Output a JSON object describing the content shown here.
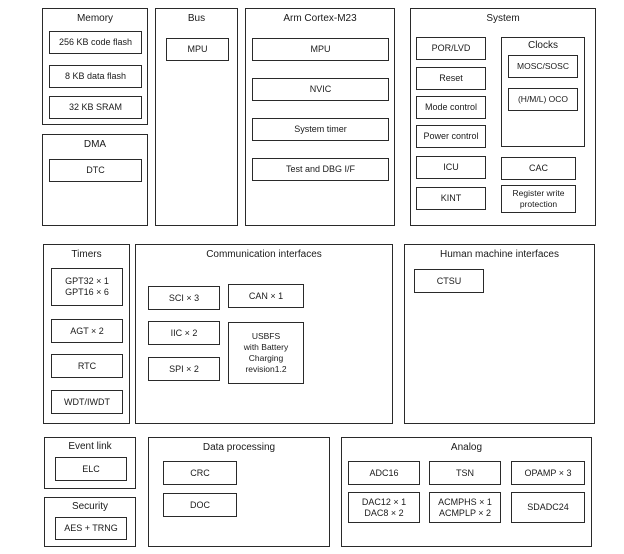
{
  "groups": {
    "memory": {
      "title": "Memory",
      "items": [
        "256 KB code flash",
        "8 KB data flash",
        "32 KB SRAM"
      ]
    },
    "dma": {
      "title": "DMA",
      "dtc": "DTC"
    },
    "bus": {
      "title": "Bus",
      "mpu": "MPU"
    },
    "cortex": {
      "title": "Arm Cortex-M23",
      "items": [
        "MPU",
        "NVIC",
        "System timer",
        "Test and DBG I/F"
      ]
    },
    "system": {
      "title": "System",
      "left_items": [
        "POR/LVD",
        "Reset",
        "Mode control",
        "Power control",
        "ICU",
        "KINT"
      ],
      "clocks": {
        "title": "Clocks",
        "items": [
          "MOSC/SOSC",
          "(H/M/L) OCO"
        ]
      },
      "cac": "CAC",
      "register_write_protection": [
        "Register write",
        "protection"
      ]
    },
    "timers": {
      "title": "Timers",
      "gpt": [
        "GPT32 × 1",
        "GPT16 × 6"
      ],
      "agt": "AGT × 2",
      "rtc": "RTC",
      "wdt": "WDT/IWDT"
    },
    "communication": {
      "title": "Communication interfaces",
      "sci": "SCI × 3",
      "iic": "IIC × 2",
      "spi": "SPI × 2",
      "can": "CAN × 1",
      "usbfs": [
        "USBFS",
        "with Battery",
        "Charging",
        "revision1.2"
      ]
    },
    "hmi": {
      "title": "Human machine interfaces",
      "ctsu": "CTSU"
    },
    "event_link": {
      "title": "Event link",
      "elc": "ELC"
    },
    "security": {
      "title": "Security",
      "aes": "AES + TRNG"
    },
    "data_processing": {
      "title": "Data processing",
      "crc": "CRC",
      "doc": "DOC"
    },
    "analog": {
      "title": "Analog",
      "adc": "ADC16",
      "tsn": "TSN",
      "opamp": "OPAMP × 3",
      "dac": [
        "DAC12 × 1",
        "DAC8 × 2"
      ],
      "acmp": [
        "ACMPHS × 1",
        "ACMPLP × 2"
      ],
      "sdadc": "SDADC24"
    }
  },
  "colors": {
    "border": "#2a2a2a",
    "background": "#ffffff",
    "text": "#1a1a1a"
  }
}
